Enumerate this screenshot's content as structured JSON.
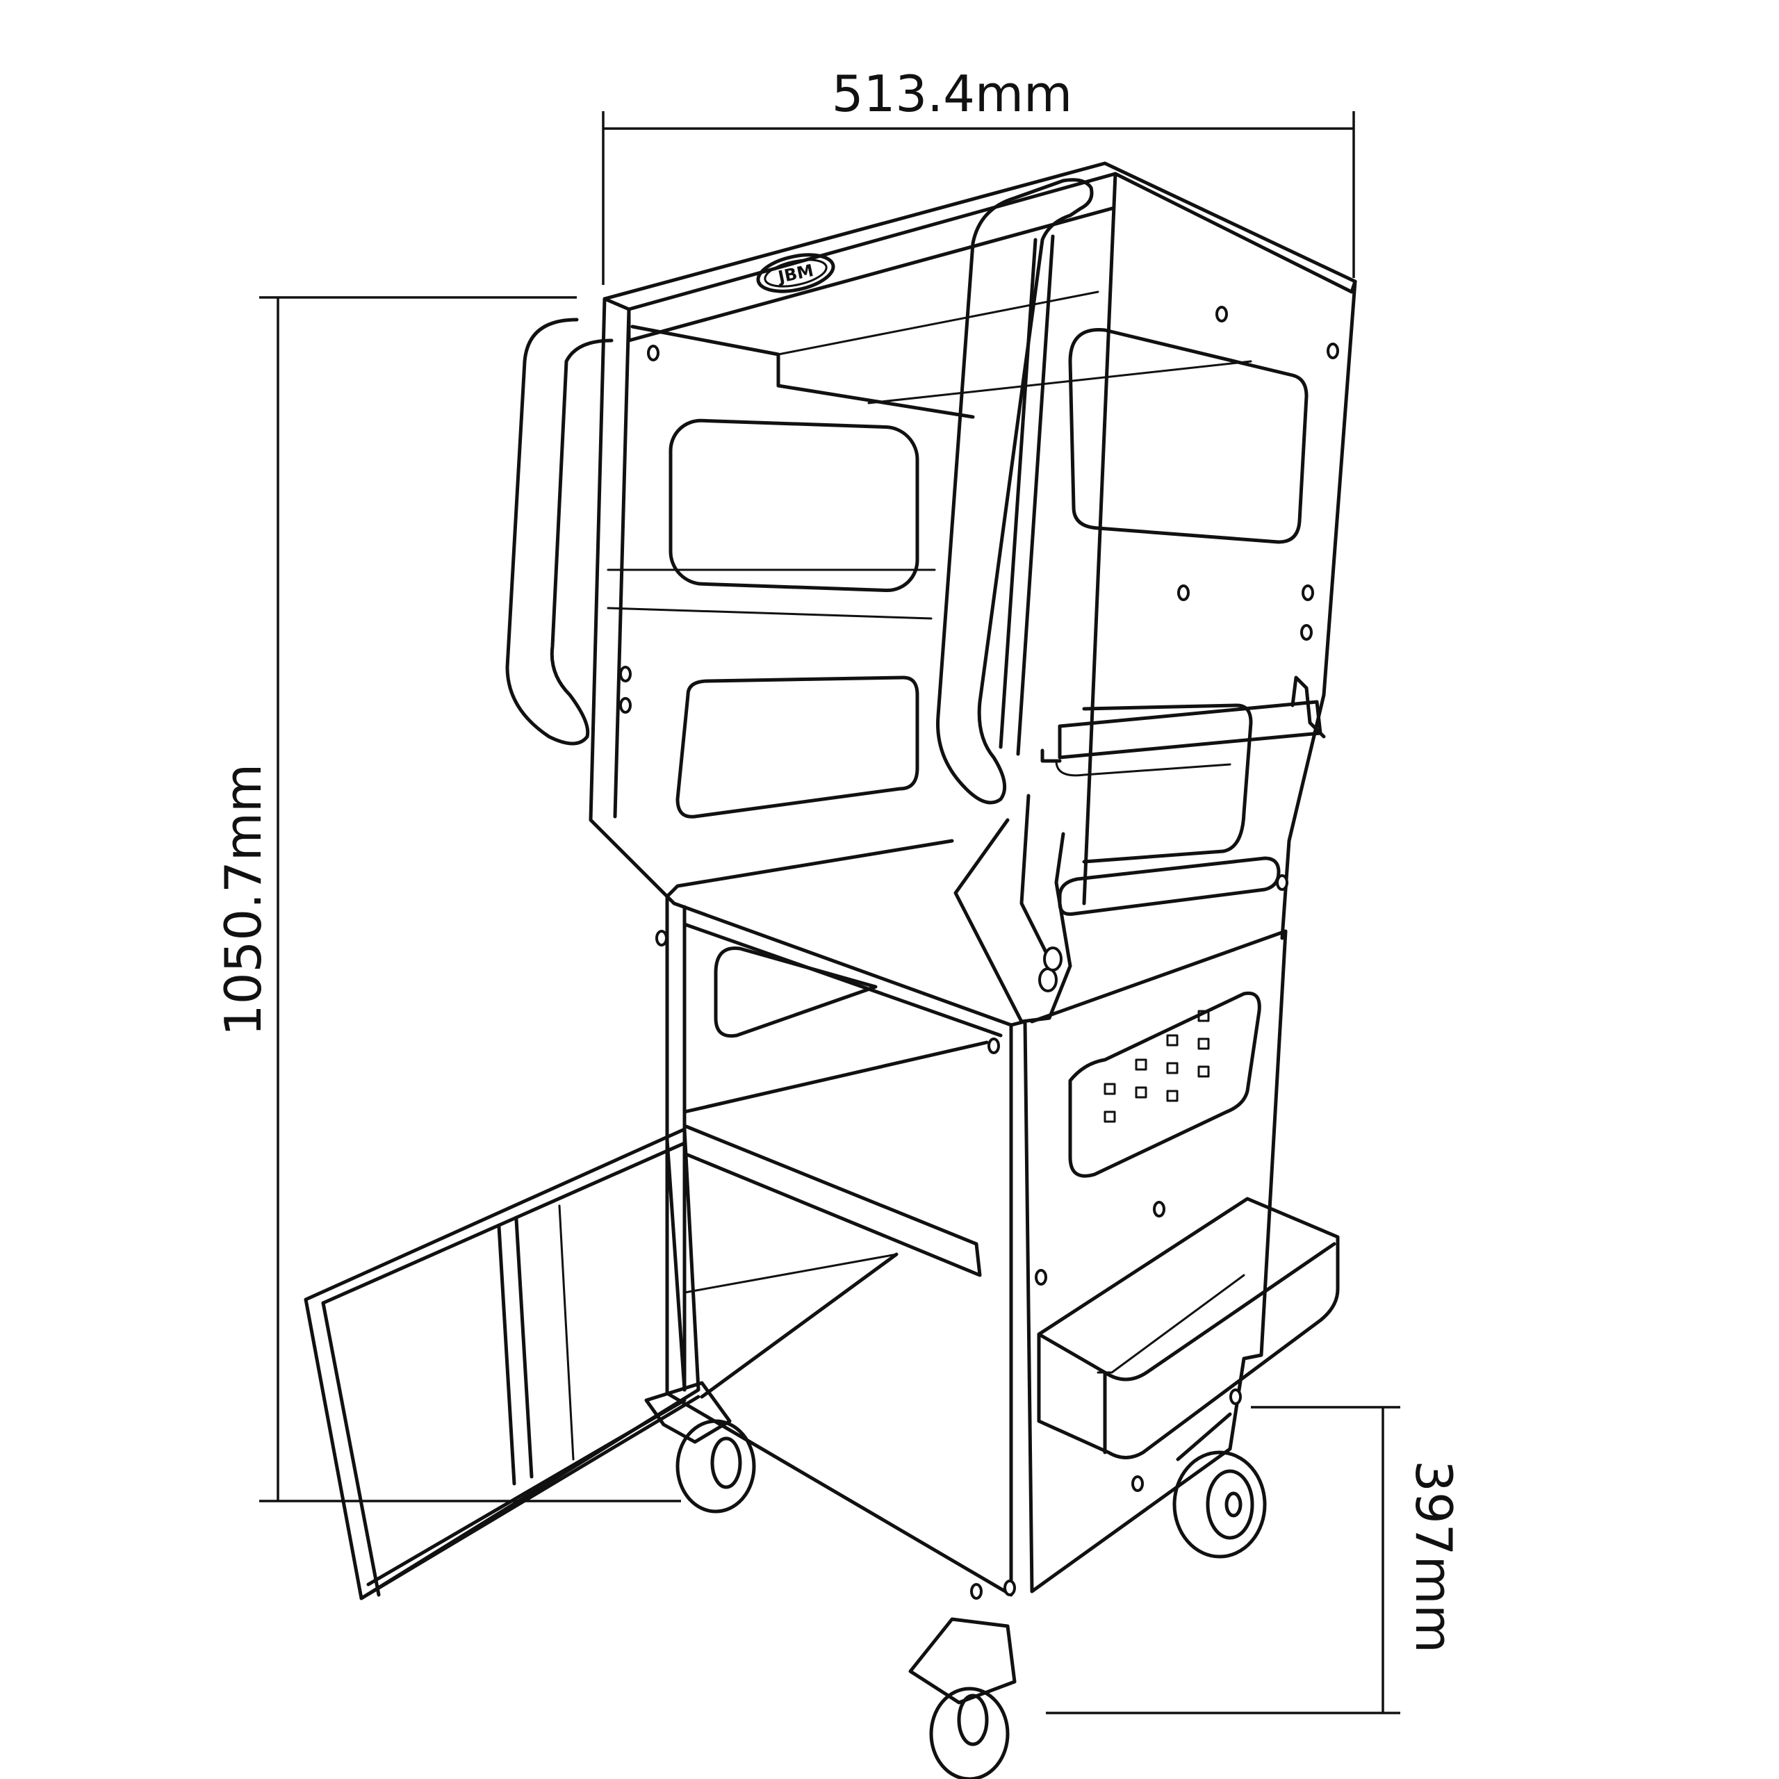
{
  "dimensions": {
    "width_label": "513.4mm",
    "height_label": "1050.7mm",
    "base_height_label": "397mm"
  },
  "brand": {
    "logo_text": "JBM"
  },
  "colors": {
    "stroke": "#111111",
    "background": "#ffffff"
  }
}
